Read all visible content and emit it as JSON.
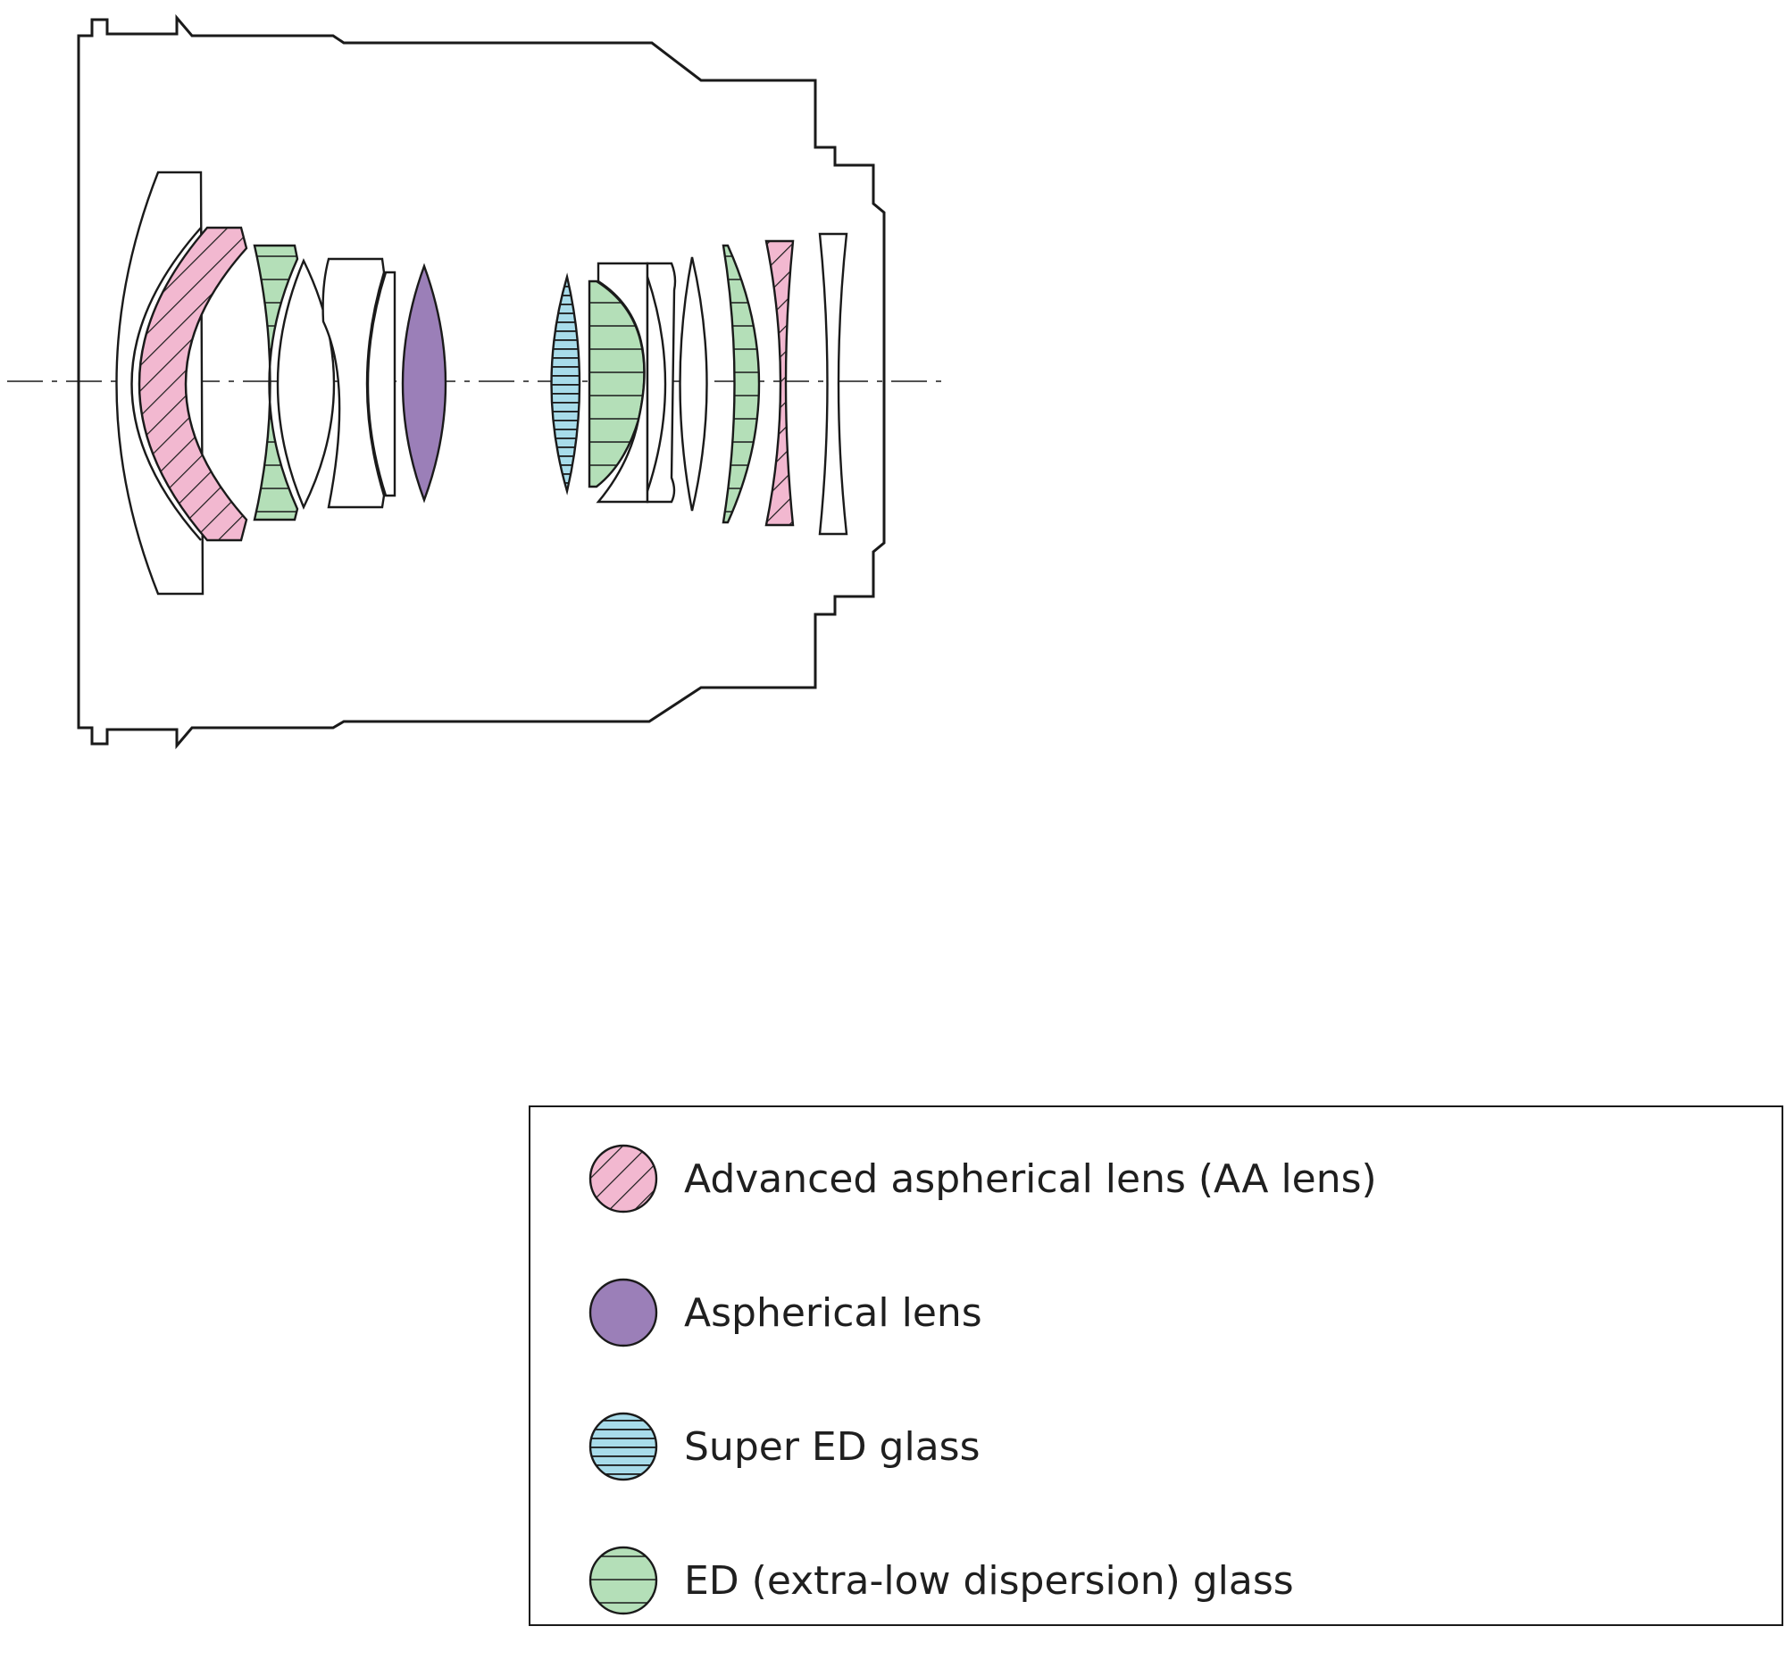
{
  "colors": {
    "outline": "#1a1a1a",
    "aa_fill": "#f2b8d0",
    "aspherical_fill": "#9b7fb8",
    "super_ed_fill": "#a8dcea",
    "ed_fill": "#b4dfb8",
    "plain_fill": "#ffffff"
  },
  "legend": {
    "aa": "Advanced aspherical lens (AA lens)",
    "aspherical": "Aspherical lens",
    "super_ed": "Super ED glass",
    "ed": "ED (extra-low dispersion) glass"
  }
}
